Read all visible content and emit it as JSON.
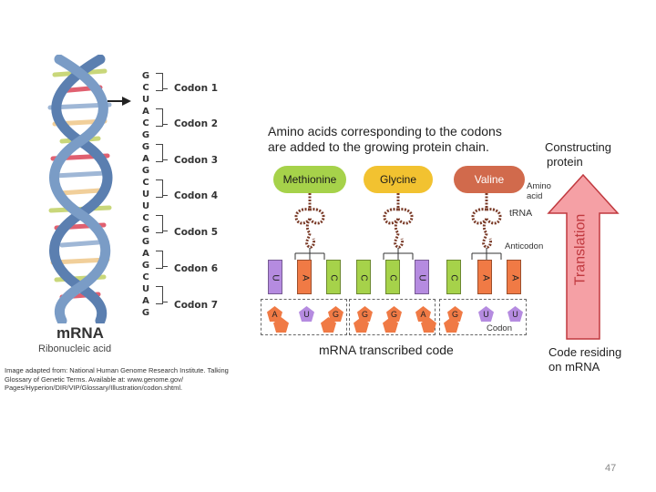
{
  "mrna_bases": [
    "G",
    "C",
    "U",
    "A",
    "C",
    "G",
    "G",
    "A",
    "G",
    "C",
    "U",
    "U",
    "C",
    "G",
    "G",
    "A",
    "G",
    "C",
    "U",
    "A",
    "G"
  ],
  "codons": [
    "Codon 1",
    "Codon 2",
    "Codon 3",
    "Codon 4",
    "Codon 5",
    "Codon 6",
    "Codon 7"
  ],
  "mrna_title": "mRNA",
  "mrna_subtitle": "Ribonucleic acid",
  "credit": "Image adapted from: National Human Genome Research Institute. Talking Glossary of Genetic Terms. Available at: www.genome.gov/ Pages/Hyperion/DIR/VIP/Glossary/Illustration/codon.shtml.",
  "heading_line1": "Amino acids corresponding to the codons",
  "heading_line2": "are added to the growing protein chain.",
  "amino_acids": [
    {
      "name": "Methionine",
      "color": "#a6d24a"
    },
    {
      "name": "Glycine",
      "color": "#f2c230"
    },
    {
      "name": "Valine",
      "color": "#d16a4c"
    }
  ],
  "labels": {
    "amino_acid_l1": "Amino",
    "amino_acid_l2": "acid",
    "trna": "tRNA",
    "anticodon": "Anticodon",
    "codon": "Codon",
    "transcribed": "mRNA transcribed code",
    "constructing_l1": "Constructing",
    "constructing_l2": "protein",
    "translation": "Translation",
    "residing_l1": "Code residing",
    "residing_l2": "on mRNA"
  },
  "anticodons": [
    "U",
    "A",
    "C",
    "C",
    "C",
    "U",
    "C",
    "A",
    "A"
  ],
  "anticodon_colors": [
    "#b58be0",
    "#f07a45",
    "#a6d24a",
    "#a6d24a",
    "#a6d24a",
    "#b58be0",
    "#a6d24a",
    "#f07a45",
    "#f07a45"
  ],
  "codon_bases": [
    "A",
    "U",
    "G",
    "G",
    "G",
    "A",
    "G",
    "U",
    "U"
  ],
  "codon_colors": [
    "#f07a45",
    "#b58be0",
    "#f07a45",
    "#f07a45",
    "#f07a45",
    "#f07a45",
    "#f07a45",
    "#b58be0",
    "#b58be0"
  ],
  "page_number": "47",
  "colors": {
    "arrow": "#f5a0a5",
    "arrow_border": "#c0393f",
    "translation_text": "#c0393f"
  }
}
